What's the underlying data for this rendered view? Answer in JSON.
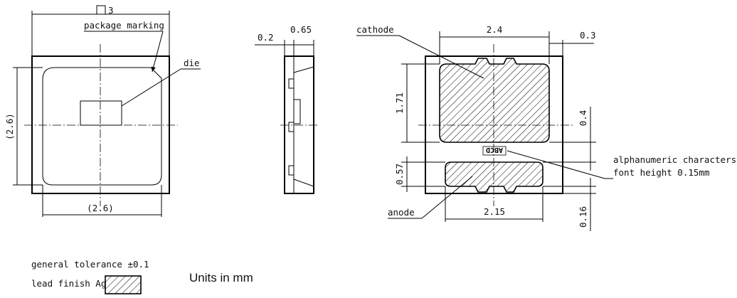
{
  "front_view": {
    "package_size_label": "3",
    "package_marking_label": "package marking",
    "die_label": "die",
    "width_label": "(2.6)",
    "height_label": "(2.6)"
  },
  "side_view": {
    "dim_a": "0.2",
    "dim_b": "0.65"
  },
  "bottom_view": {
    "cathode_label": "cathode",
    "width_label": "2.4",
    "margin_label": "0.3",
    "cathode_height_label": "1.71",
    "gap_label": "0.4",
    "anode_height_label": "0.57",
    "alnum_line1": "alphanumeric characters",
    "alnum_line2": "font height 0.15mm",
    "marking_text": "ABCD",
    "anode_label": "anode",
    "anode_width_label": "2.15",
    "bottom_margin_label": "0.16"
  },
  "notes": {
    "tolerance": "general tolerance ±0.1",
    "lead_finish": "lead finish Ag",
    "units": "Units in mm"
  }
}
